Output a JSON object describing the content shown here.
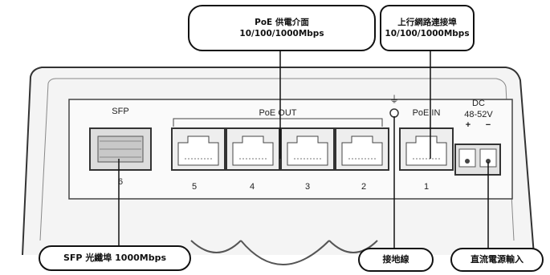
{
  "callouts": {
    "poe_title": "PoE 供電介面",
    "poe_speed": "10/100/1000Mbps",
    "uplink_title": "上行網路連接埠",
    "uplink_speed": "10/100/1000Mbps",
    "sfp": "SFP 光纖埠 1000Mbps",
    "ground": "接地線",
    "dc_input": "直流電源輸入"
  },
  "device": {
    "sfp_label": "SFP",
    "sfp_port_number": "6",
    "poe_out_label": "PoE OUT",
    "poe_in_label": "PoE IN",
    "dc_label": "DC",
    "dc_voltage": "48-52V",
    "dc_plus": "+",
    "dc_minus": "−",
    "port_numbers": [
      "5",
      "4",
      "3",
      "2",
      "1"
    ]
  },
  "icons": {
    "ground": "ground-symbol-icon"
  }
}
